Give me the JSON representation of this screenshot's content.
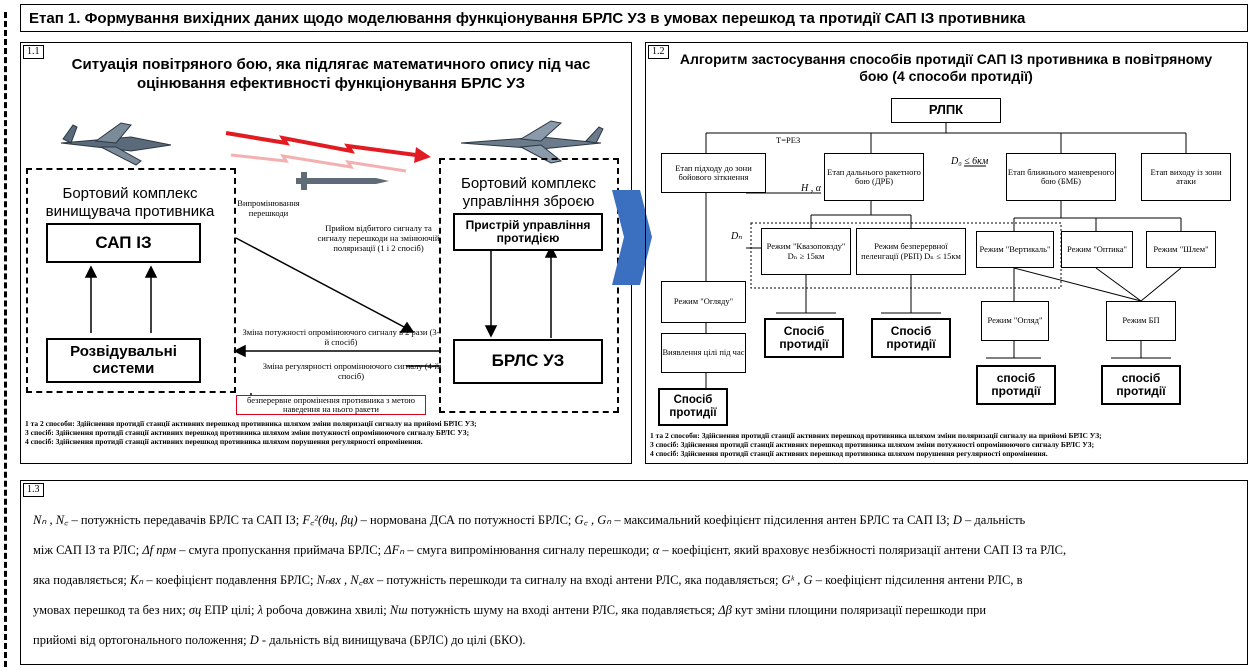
{
  "header": {
    "title": "Етап 1. Формування вихідних даних щодо моделювання функціонування БРЛС УЗ в умовах перешкод та протидії САП ІЗ противника"
  },
  "p1": {
    "num": "1.1",
    "title": "Ситуація повітряного бою, яка підлягає математичного опису під час оцінювання ефективності функціонування БРЛС УЗ",
    "left_group": "Бортовий комплекс винищувача противника",
    "right_group": "Бортовий комплекс управління зброєю",
    "sap": "САП ІЗ",
    "recon": "Розвідувальні системи",
    "device": "Пристрій управління протидією",
    "brls": "БРЛС УЗ",
    "emit": "Випромінювання перешкоди",
    "recv": "Прийом відбитого сигналу та сигналу перешкоди на змінюючій поляризації (1 і 2 спосіб)",
    "power": "Зміна потужності опромінюючого сигналу в 2 рази (3-й спосіб)",
    "reg": "Зміна регулярності опромінюючого сигналу (4-й спосіб)",
    "cont": "безперервне опромінення противника з метою наведення на нього ракети",
    "n1": "1 та 2 способи: Здійснення протидії станції активних перешкод противника шляхом зміни поляризації сигналу на прийомі БРЛС УЗ;",
    "n2": "3 спосіб: Здійснення протидії станції активних перешкод противника шляхом зміни потужності опромінюючого сигналу БРЛС УЗ;",
    "n3": "4 спосіб: Здійснення протидії станції активних перешкод противника шляхом порушення регулярності опромінення."
  },
  "p2": {
    "num": "1.2",
    "title": "Алгоритм застосування способів протидії САП ІЗ противника в повітряному бою (4 способи протидії)",
    "rlpk": "РЛПК",
    "tag_t": "Т=РЕЗ",
    "tag_do": "D₀ ≤ 6км",
    "tag_h": "H , α",
    "tag_dn": "Dₙ",
    "stage1": "Етап підходу до зони бойового зіткнення",
    "stage2": "Етап дальнього ракетного бою (ДРБ)",
    "stage3": "Етап ближнього маневреного бою (БМБ)",
    "stage4": "Етап виходу із зони атаки",
    "mode_quasi": "Режим \"Квазоповзду\" Dₙ ≥ 15км",
    "mode_rbp": "Режим безперервної пеленгації (РБП) Dₙ ≤ 15км",
    "mode_vert": "Режим \"Вертикаль\"",
    "mode_opt": "Режим \"Оптика\"",
    "mode_helm": "Режим \"Шлем\"",
    "mode_review": "Режим \"Огляду\"",
    "mode_review2": "Режим \"Огляд\"",
    "mode_bp": "Режим БП",
    "detect": "Виявлення цілі під час",
    "method": "Спосіб протидії",
    "method_l": "спосіб протидії",
    "n1": "1 та 2 способи: Здійснення протидії станції активних перешкод противника шляхом зміни поляризації сигналу на прийомі БРЛС УЗ;",
    "n2": "3 спосіб: Здійснення протидії станції активних перешкод противника шляхом зміни потужності опромінюючого сигналу БРЛС УЗ;",
    "n3": "4 спосіб: Здійснення протидії станції активних перешкод противника шляхом порушення регулярності опромінення."
  },
  "p3": {
    "num": "1.3",
    "legend": [
      [
        "Nₙ , N꜀",
        " – потужність передавачів БРЛС та САП ІЗ; ",
        "F꜀²(θц, βц)",
        " – нормована ДСА по потужності БРЛС; ",
        "G꜀ , Gₙ",
        " – максимальний коефіцієнт підсилення антен БРЛС та САП ІЗ; ",
        "D",
        " – дальність"
      ],
      [
        "",
        "між САП ІЗ та РЛС; ",
        "Δf прм",
        " – смуга пропускання приймача БРЛС; ",
        "ΔFₙ",
        " – смуга випромінювання сигналу перешкоди; ",
        "α",
        " – коефіцієнт, який враховує незбіжності поляризації антени САП ІЗ та РЛС,"
      ],
      [
        "",
        "яка подавляється; ",
        "Kₙ",
        " – коефіцієнт подавлення БРЛС; ",
        "Nₙвх , N꜀вх",
        " – потужність перешкоди та сигналу на вході антени РЛС, яка подавляється; ",
        "Gᵏ , G",
        " – коефіцієнт підсилення антени РЛС, в"
      ],
      [
        "",
        "умовах перешкод та без них; ",
        "σц",
        "  ЕПР цілі; ",
        "λ",
        "  робоча довжина хвилі; ",
        "Nш",
        "  потужність шуму на вході антени РЛС, яка подавляється; ",
        "Δβ",
        "  кут зміни площини поляризації перешкоди при"
      ],
      [
        "",
        "прийомі від ортогонального положення; ",
        "D",
        " - дальність від винищувача (БРЛС) до цілі (БКО)."
      ]
    ]
  }
}
